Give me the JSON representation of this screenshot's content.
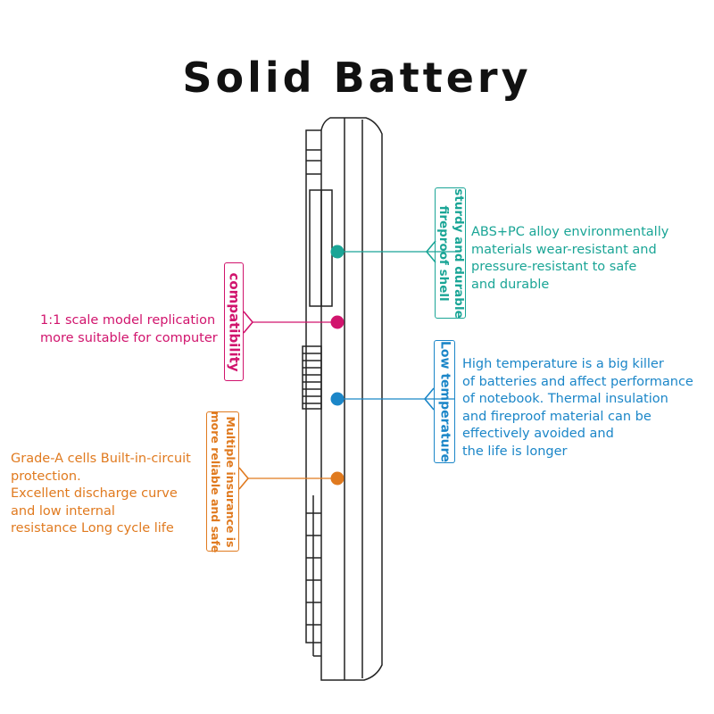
{
  "title": "Solid Battery",
  "colors": {
    "teal": "#1aa596",
    "magenta": "#d1146d",
    "blue": "#1b86c8",
    "orange": "#e07a1f",
    "outline": "#222222"
  },
  "callouts": {
    "shell": {
      "label": "sturdy and durable fireproof shell",
      "label_lines": [
        "sturdy and durable",
        "fireproof shell"
      ],
      "description": [
        "ABS+PC alloy environmentally",
        "materials wear-resistant and",
        "pressure-resistant to safe",
        "and durable"
      ]
    },
    "compatibility": {
      "label": "compatibility",
      "label_lines": [
        "compatibility"
      ],
      "description": [
        "1:1 scale model replication",
        "more suitable for computer"
      ]
    },
    "temperature": {
      "label": "Low temperature",
      "label_lines": [
        "Low temperature"
      ],
      "description": [
        "High temperature is a big killer",
        "of batteries and affect performance",
        "of notebook. Thermal insulation",
        "and fireproof material can be",
        "effectively avoided and",
        "the life is longer"
      ]
    },
    "insurance": {
      "label": "Multiple insurance is more reliable and safe",
      "label_lines": [
        "Multiple insurance is",
        "more reliable and safe"
      ],
      "description": [
        "Grade-A cells Built-in-circuit",
        "protection.",
        "Excellent discharge curve",
        "and low internal",
        "resistance Long cycle life"
      ]
    }
  }
}
